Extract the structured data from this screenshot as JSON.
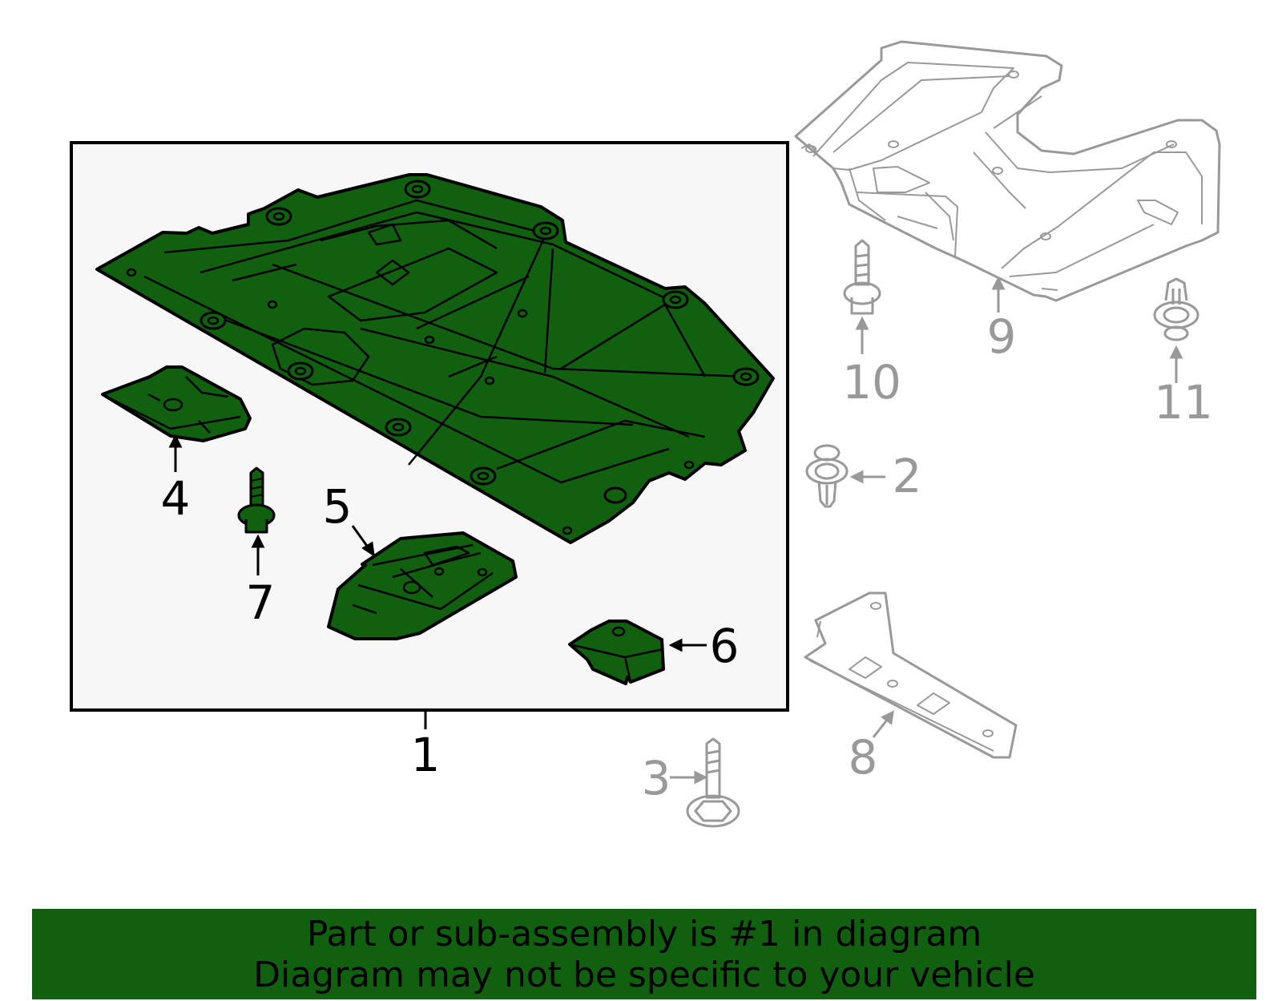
{
  "colors": {
    "part_fill": "#106010",
    "part_stroke": "#000000",
    "inactive_stroke": "#999999",
    "box_fill": "#f7f7f7",
    "banner_fill": "#106010",
    "banner_text": "#000000"
  },
  "callouts": {
    "c1": "1",
    "c2": "2",
    "c3": "3",
    "c4": "4",
    "c5": "5",
    "c6": "6",
    "c7": "7",
    "c8": "8",
    "c9": "9",
    "c10": "10",
    "c11": "11"
  },
  "banner": {
    "line1": "Part or sub-assembly is #1 in diagram",
    "line2": "Diagram may not be specific to your vehicle"
  }
}
